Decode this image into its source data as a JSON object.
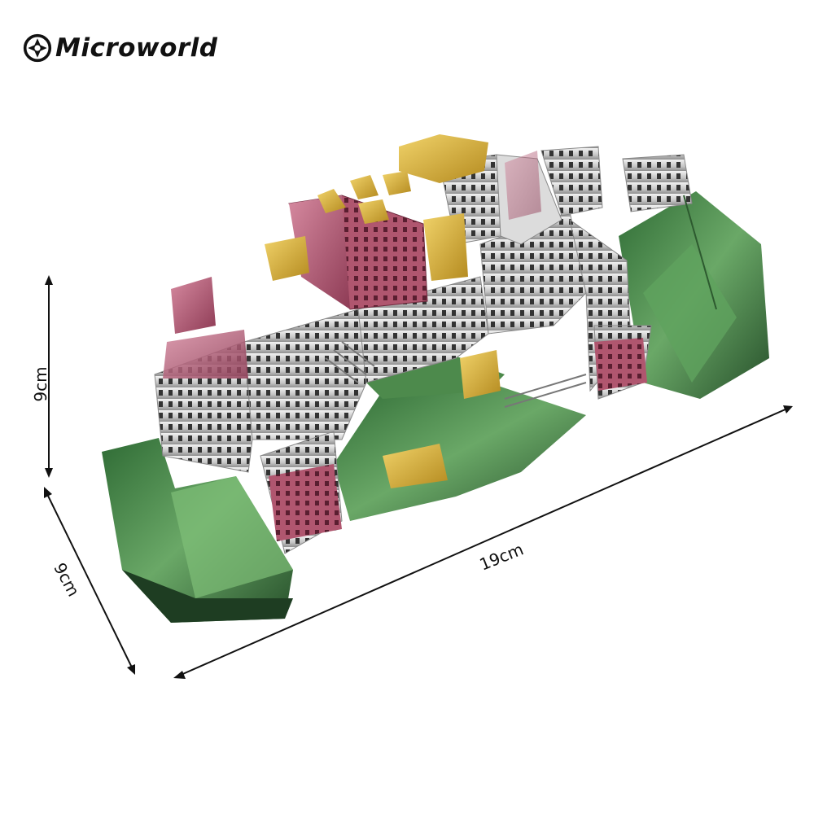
{
  "brand": {
    "name": "Microworld",
    "icon": "microworld-logo-icon"
  },
  "dimensions": {
    "height": "9cm",
    "depth": "9cm",
    "width": "19cm"
  },
  "colors": {
    "wall_silver": "#c9c9c9",
    "roof_pink": "#b4607a",
    "gold": "#d9b23a",
    "green": "#4f8a4a",
    "text": "#111111"
  }
}
